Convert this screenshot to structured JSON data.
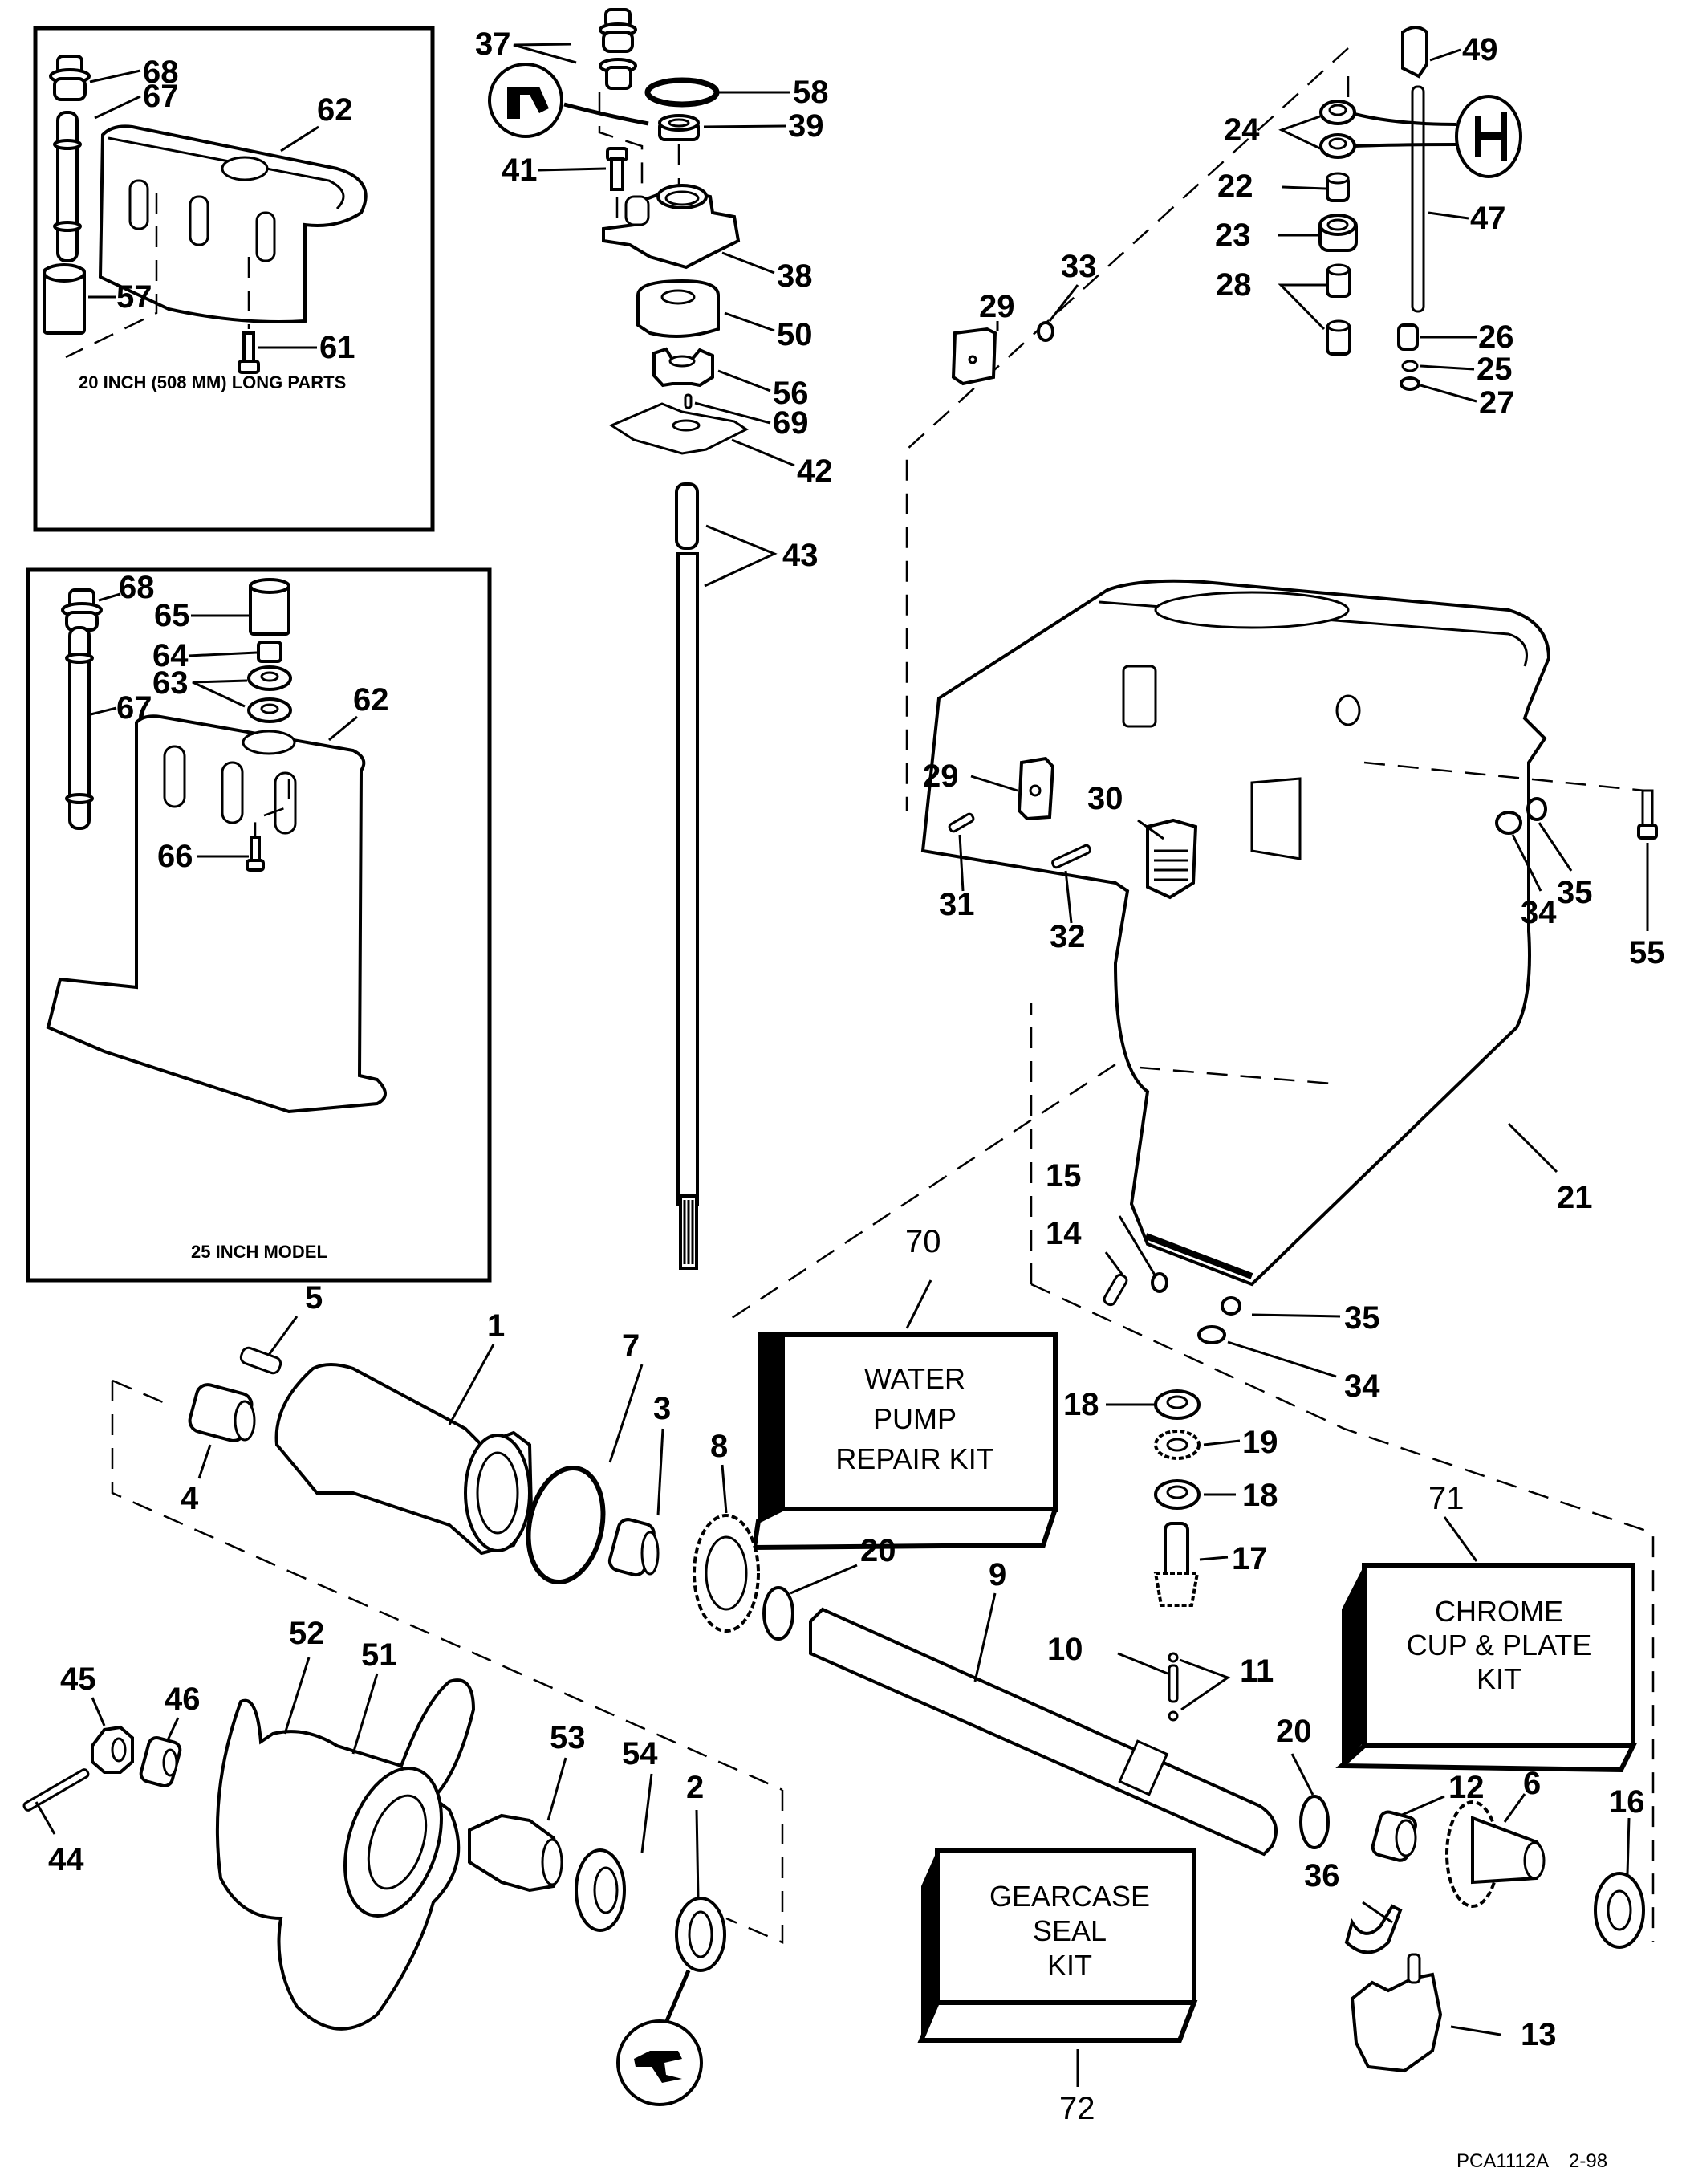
{
  "document": {
    "code": "PCA1112A",
    "date": "2-98"
  },
  "insets": {
    "long_parts": {
      "caption": "20 INCH (508 MM) LONG PARTS",
      "callouts": [
        "68",
        "67",
        "62",
        "57",
        "61"
      ]
    },
    "model_25": {
      "caption": "25 INCH MODEL",
      "callouts": [
        "68",
        "65",
        "64",
        "63",
        "67",
        "62",
        "66"
      ]
    }
  },
  "kits": {
    "water_pump": {
      "callout": "70",
      "lines": [
        "WATER",
        "PUMP",
        "REPAIR KIT"
      ]
    },
    "chrome_cup": {
      "callout": "71",
      "lines": [
        "CHROME",
        "CUP & PLATE",
        "KIT"
      ]
    },
    "gearcase_seal": {
      "callout": "72",
      "lines": [
        "GEARCASE",
        "SEAL",
        "KIT"
      ]
    }
  },
  "callouts": {
    "c37": "37",
    "c58": "58",
    "c39": "39",
    "c41": "41",
    "c38": "38",
    "c50": "50",
    "c56": "56",
    "c69": "69",
    "c42": "42",
    "c43": "43",
    "c49": "49",
    "c24": "24",
    "c22": "22",
    "c47": "47",
    "c23": "23",
    "c28": "28",
    "c29a": "29",
    "c33": "33",
    "c26": "26",
    "c25": "25",
    "c27": "27",
    "c29b": "29",
    "c30": "30",
    "c31": "31",
    "c32": "32",
    "c34a": "34",
    "c35a": "35",
    "c55": "55",
    "c21": "21",
    "c15": "15",
    "c14": "14",
    "c35b": "35",
    "c34b": "34",
    "c5": "5",
    "c1": "1",
    "c7": "7",
    "c4": "4",
    "c3": "3",
    "c8": "8",
    "c20a": "20",
    "c9": "9",
    "c18a": "18",
    "c19": "19",
    "c18b": "18",
    "c17": "17",
    "c10": "10",
    "c11": "11",
    "c20b": "20",
    "c12": "12",
    "c6": "6",
    "c16": "16",
    "c36": "36",
    "c13": "13",
    "c45": "45",
    "c46": "46",
    "c52": "52",
    "c51": "51",
    "c53": "53",
    "c54": "54",
    "c2": "2",
    "c44": "44"
  }
}
